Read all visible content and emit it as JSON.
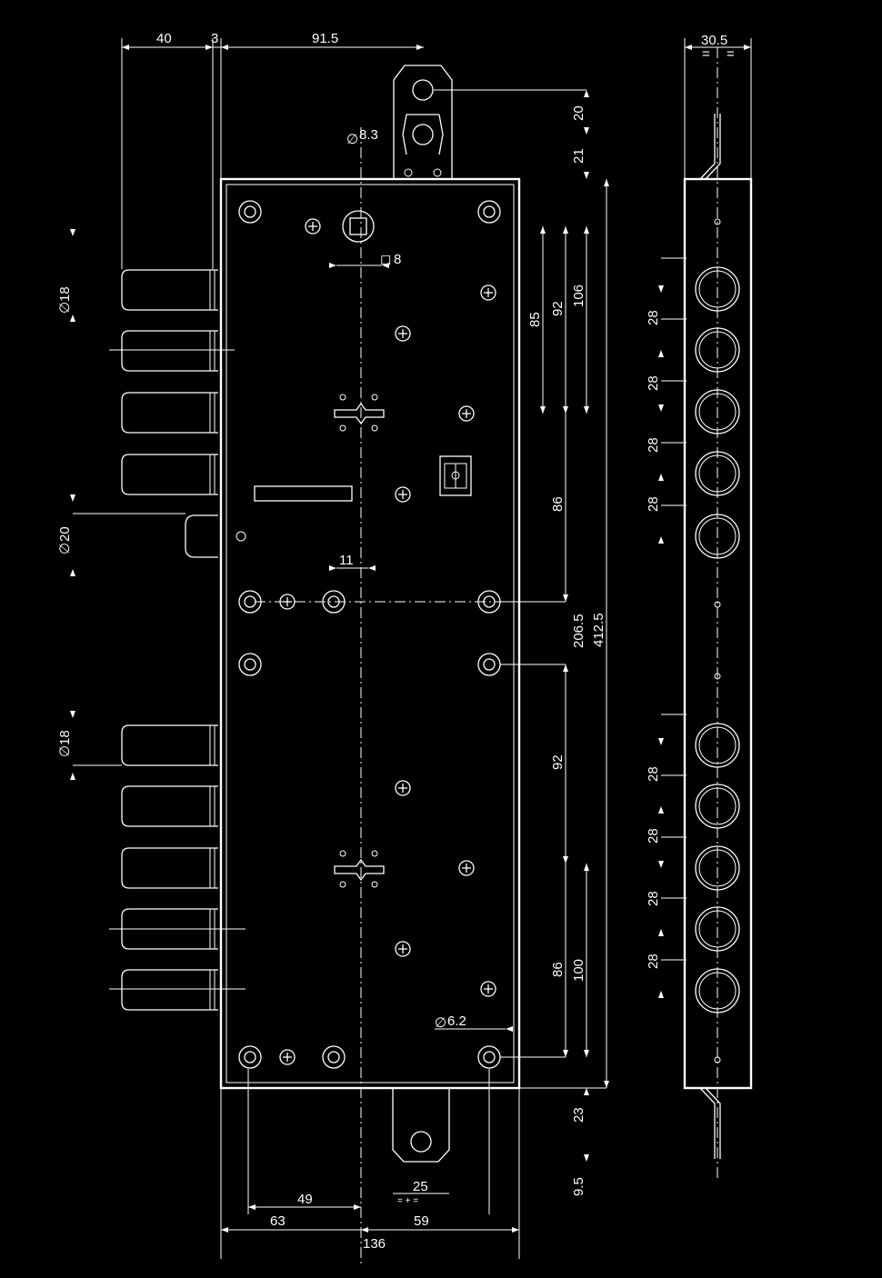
{
  "dimensions": {
    "top_40": "40",
    "top_3": "3",
    "top_91_5": "91.5",
    "top_right_30_5": "30.5",
    "eq_left": "=",
    "eq_right": "=",
    "dia_8_3": "8.3",
    "sq_8": "8",
    "dia_18_upper": "18",
    "dia_20": "20",
    "dia_18_lower": "18",
    "dim_11": "11",
    "dia_6_2": "6.2",
    "v_20": "20",
    "v_21": "21",
    "v_85": "85",
    "v_92_upper": "92",
    "v_106": "106",
    "v_86_upper": "86",
    "v_206_5": "206.5",
    "v_412_5": "412.5",
    "v_92_lower": "92",
    "v_86_lower": "86",
    "v_100": "100",
    "v_23": "23",
    "v_9_5": "9.5",
    "side_28_1": "28",
    "side_28_2": "28",
    "side_28_3": "28",
    "side_28_4": "28",
    "side_28_5": "28",
    "side_28_6": "28",
    "side_28_7": "28",
    "side_28_8": "28",
    "bottom_49": "49",
    "bottom_63": "63",
    "bottom_25": "25",
    "bottom_eq": "= + =",
    "bottom_59": "59",
    "bottom_136": "136"
  },
  "symbols": {
    "diameter": "∅",
    "square": "◻"
  }
}
